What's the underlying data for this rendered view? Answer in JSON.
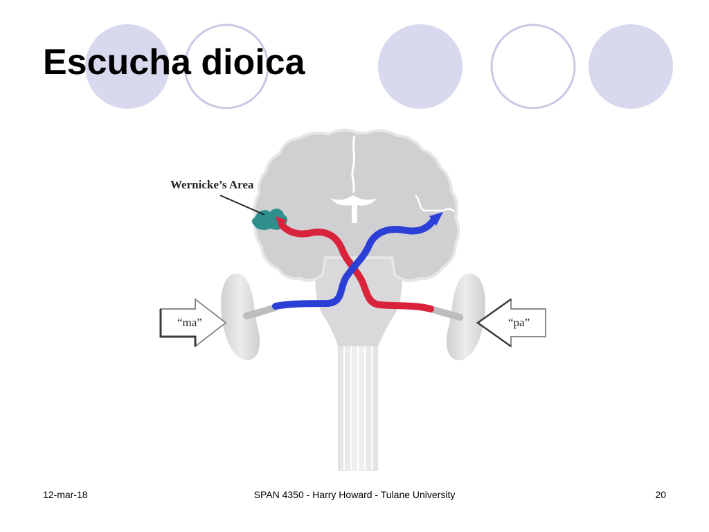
{
  "slide": {
    "title": "Escucha dioica"
  },
  "diagram": {
    "area_label": "Wernicke’s Area",
    "left_ear_sound": "“ma”",
    "right_ear_sound": "“pa”",
    "colors": {
      "left_ear_path": "#2b3fd6",
      "right_ear_path": "#d8233b",
      "wernicke_area": "#2f8f8c",
      "brain": "#d0d0d2",
      "decor_circle": "#d8d8ee",
      "decor_stroke": "#c8c8e4"
    }
  },
  "footer": {
    "date": "12-mar-18",
    "course": "SPAN 4350 - Harry Howard - Tulane University",
    "page": "20"
  }
}
